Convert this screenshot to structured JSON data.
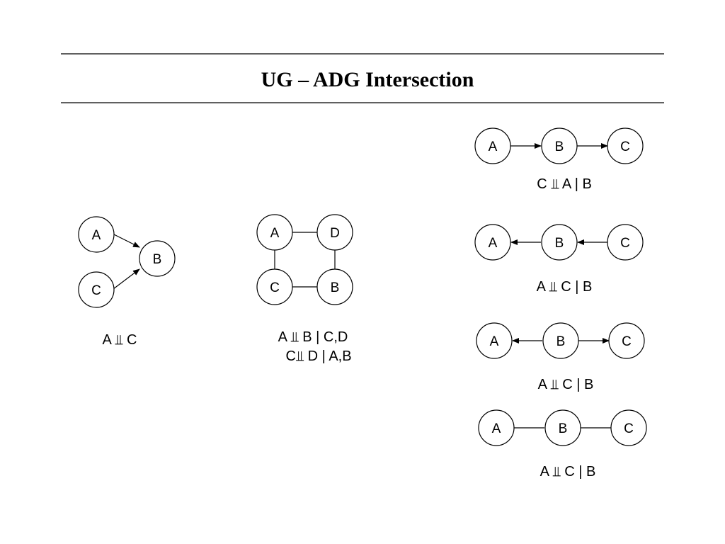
{
  "title": "UG – ADG Intersection",
  "graphs": [
    {
      "id": "collider",
      "nodes": [
        "A",
        "B",
        "C"
      ],
      "statements": [
        "A ⫫ C"
      ]
    },
    {
      "id": "square",
      "nodes": [
        "A",
        "D",
        "C",
        "B"
      ],
      "statements": [
        "A ⫫ B | C,D",
        "C⫫ D | A,B"
      ]
    },
    {
      "id": "chain-forward",
      "nodes": [
        "A",
        "B",
        "C"
      ],
      "statements": [
        "C ⫫ A | B"
      ]
    },
    {
      "id": "chain-backward",
      "nodes": [
        "A",
        "B",
        "C"
      ],
      "statements": [
        "A ⫫ C | B"
      ]
    },
    {
      "id": "fork",
      "nodes": [
        "A",
        "B",
        "C"
      ],
      "statements": [
        "A ⫫ C | B"
      ]
    },
    {
      "id": "undirected-chain",
      "nodes": [
        "A",
        "B",
        "C"
      ],
      "statements": [
        "A ⫫ C | B"
      ]
    }
  ]
}
